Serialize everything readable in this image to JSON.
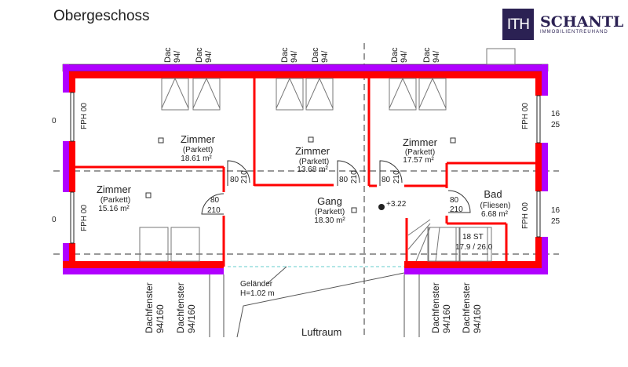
{
  "title": "Obergeschoss",
  "logo": {
    "mark": "ITH",
    "name": "SCHANTL",
    "subtitle": "IMMOBILIENTREUHAND"
  },
  "rooms": [
    {
      "name": "Zimmer",
      "floor": "(Parkett)",
      "area": "18.61 m²"
    },
    {
      "name": "Zimmer",
      "floor": "(Parkett)",
      "area": "13.68 m²"
    },
    {
      "name": "Zimmer",
      "floor": "(Parkett)",
      "area": "17.57 m²"
    },
    {
      "name": "Zimmer",
      "floor": "(Parkett)",
      "area": "15.16 m²"
    },
    {
      "name": "Gang",
      "floor": "(Parkett)",
      "area": "18.30 m²"
    },
    {
      "name": "Bad",
      "floor": "(Fliesen)",
      "area": "6.68 m²"
    }
  ],
  "doors": {
    "width": "80",
    "height": "210"
  },
  "level": "+3.22",
  "stairs": {
    "steps": "18 ST",
    "ratio": "17.9 / 26.0"
  },
  "railing": {
    "label": "Geländer",
    "height": "H=1.02 m"
  },
  "void": "Luftraum",
  "windows": {
    "label": "Dachfenster",
    "size": "94/160",
    "top_label": "Dac",
    "top_size": "94/",
    "side": "FPH 00",
    "side_left": "0",
    "side_right_a": "16",
    "side_right_b": "25"
  },
  "colors": {
    "wall": "#ff0000",
    "insulation": "#b000ff"
  }
}
